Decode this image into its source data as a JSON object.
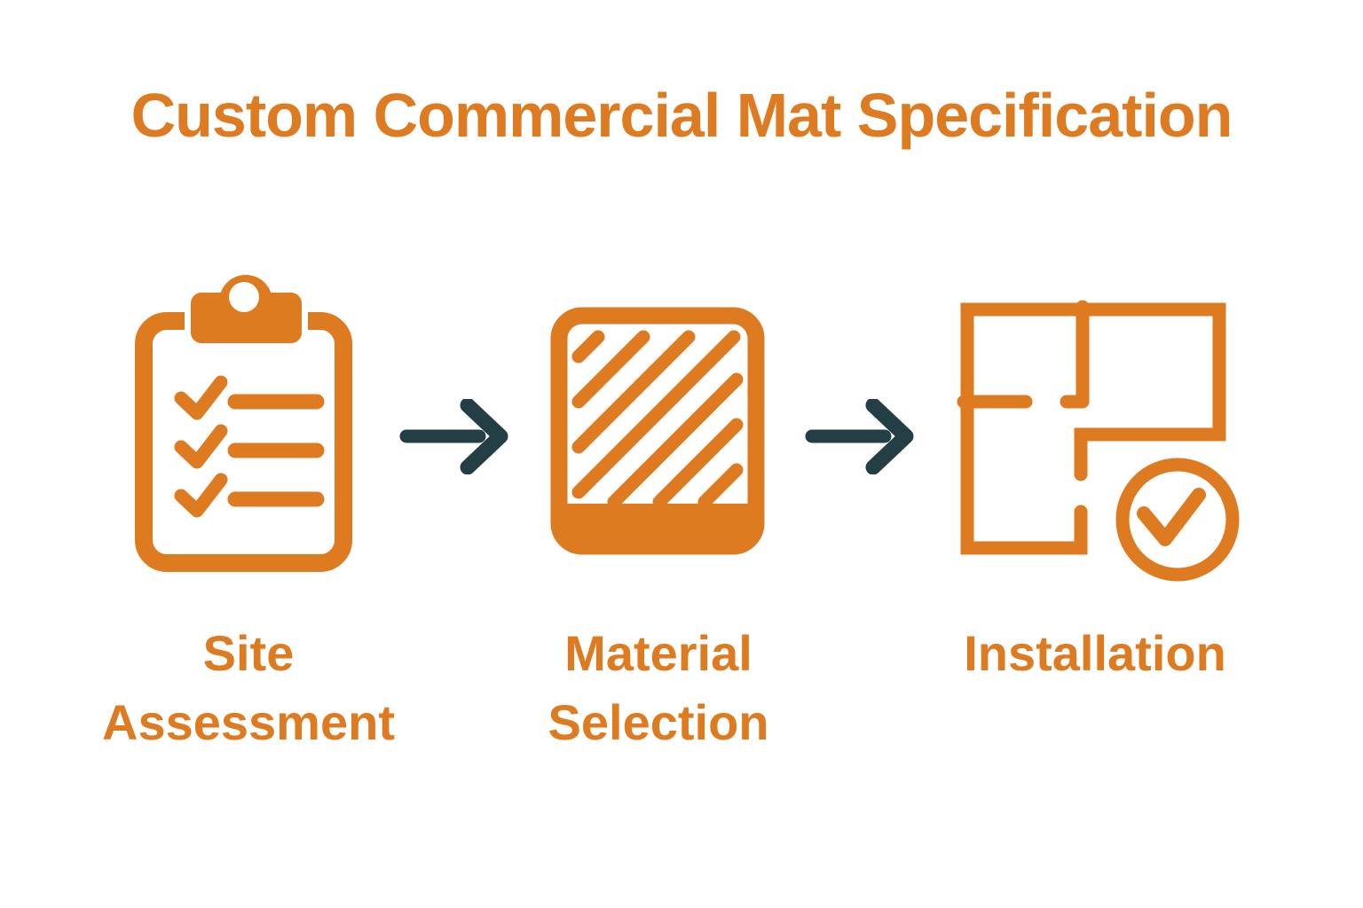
{
  "title": "Custom Commercial Mat Specification",
  "colors": {
    "accent": "#DE7A20",
    "arrow": "#243E45",
    "background": "#FFFFFF"
  },
  "steps": [
    {
      "label": "Site Assessment",
      "icon": "clipboard-checklist-icon"
    },
    {
      "label": "Material Selection",
      "icon": "mat-texture-icon"
    },
    {
      "label": "Installation",
      "icon": "floor-plan-check-icon"
    }
  ],
  "connectors": [
    {
      "icon": "right-arrow-icon"
    },
    {
      "icon": "right-arrow-icon"
    }
  ]
}
